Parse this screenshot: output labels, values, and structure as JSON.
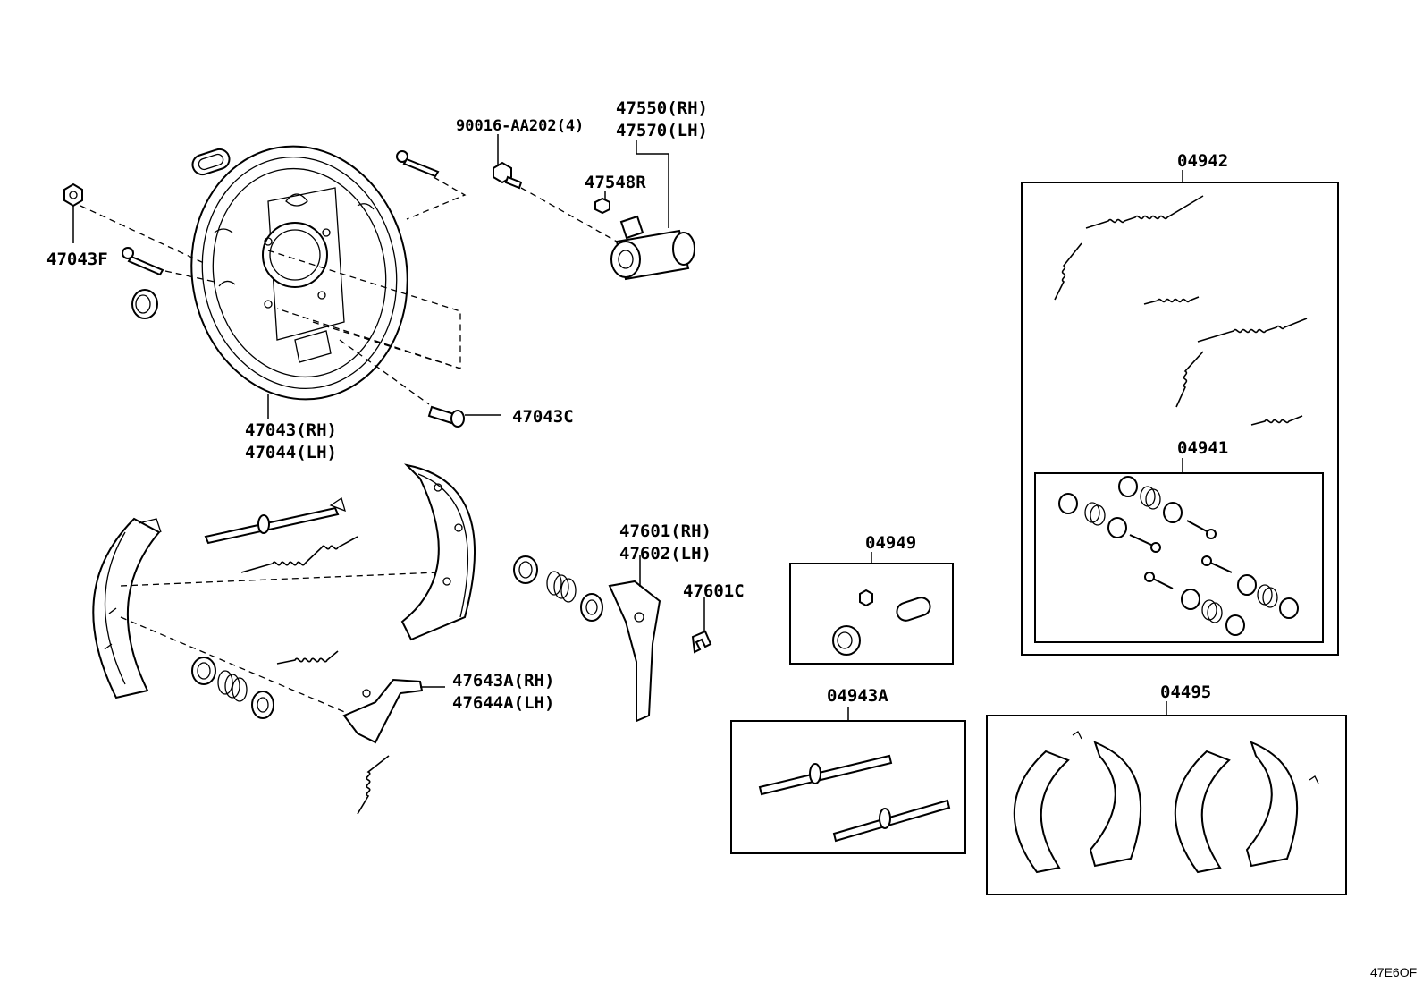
{
  "diagram_code": "47E6OF",
  "colors": {
    "line": "#000000",
    "background": "#ffffff"
  },
  "labels": {
    "p90016": "90016-AA202(4)",
    "p47550": "47550(RH)",
    "p47570": "47570(LH)",
    "p47548R": "47548R",
    "p47043F": "47043F",
    "p47043C": "47043C",
    "p47043": "47043(RH)",
    "p47044": "47044(LH)",
    "p47601": "47601(RH)",
    "p47602": "47602(LH)",
    "p47601C": "47601C",
    "p47643A": "47643A(RH)",
    "p47644A": "47644A(LH)",
    "k04942": "04942",
    "k04941": "04941",
    "k04949": "04949",
    "k04943A": "04943A",
    "k04495": "04495"
  }
}
